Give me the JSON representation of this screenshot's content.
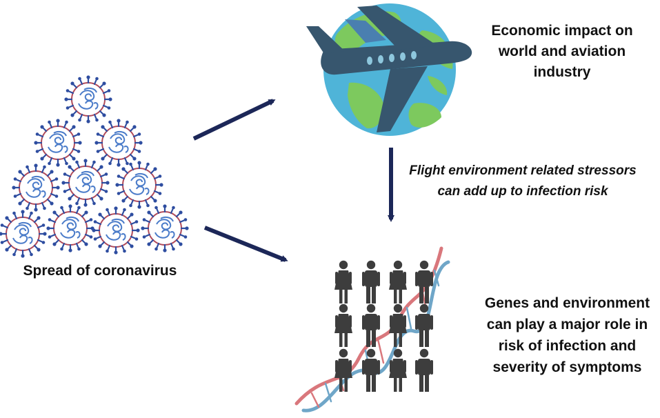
{
  "labels": {
    "spread": "Spread of coronavirus",
    "economic": [
      "Economic impact on",
      "world and aviation",
      "industry"
    ],
    "flight": [
      "Flight environment related stressors",
      "can add up to infection risk"
    ],
    "genes": [
      "Genes and environment",
      "can play a major role in",
      "risk of infection and",
      "severity of symptoms"
    ]
  },
  "colors": {
    "arrow": "#1c2758",
    "virus_core": "#4a7bc9",
    "virus_spike": "#2e4da0",
    "virus_ring": "#b04a5a",
    "globe_ocean": "#4fb4d8",
    "globe_land": "#7dc95e",
    "plane": "#37566e",
    "person": "#3d3d3d",
    "dna_red": "#d9777c",
    "dna_blue": "#6fa6c8"
  },
  "icons": [
    "virus-icon",
    "globe-icon",
    "airplane-icon",
    "person-icon",
    "dna-icon"
  ]
}
